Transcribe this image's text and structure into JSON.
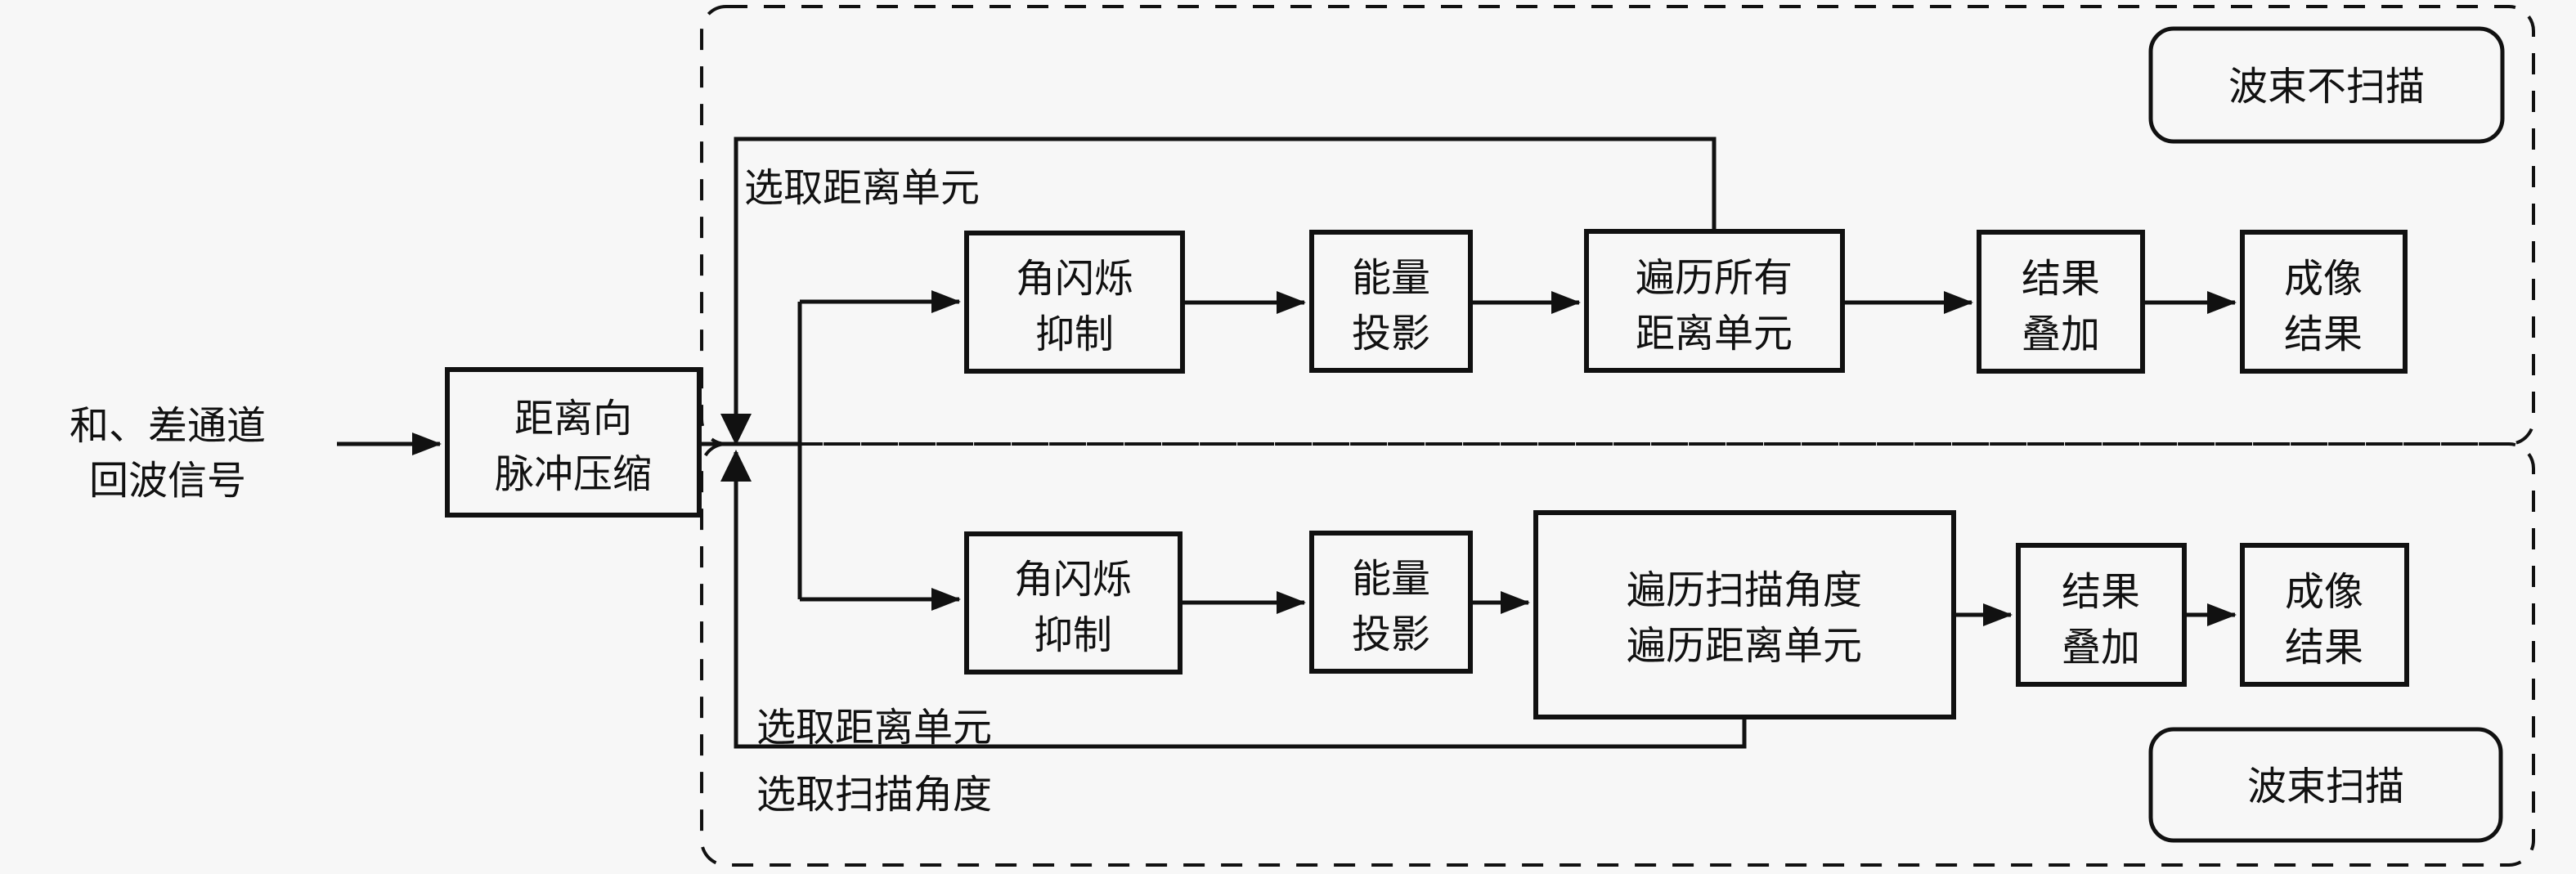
{
  "canvas": {
    "background": "#f7f7f7",
    "line_color": "#111111"
  },
  "input_label": {
    "line1": "和、差通道",
    "line2": "回波信号"
  },
  "nodes": {
    "pulse_compression": {
      "line1": "距离向",
      "line2": "脉冲压缩"
    },
    "glint_suppression_top": {
      "line1": "角闪烁",
      "line2": "抑制"
    },
    "energy_projection_top": {
      "line1": "能量",
      "line2": "投影"
    },
    "traverse_all_range_cells": {
      "line1": "遍历所有",
      "line2": "距离单元"
    },
    "result_superposition_top": {
      "line1": "结果",
      "line2": "叠加"
    },
    "imaging_result_top": {
      "line1": "成像",
      "line2": "结果"
    },
    "glint_suppression_bottom": {
      "line1": "角闪烁",
      "line2": "抑制"
    },
    "energy_projection_bottom": {
      "line1": "能量",
      "line2": "投影"
    },
    "traverse_scan_angles_range_cells": {
      "line1": "遍历扫描角度",
      "line2": "遍历距离单元"
    },
    "result_superposition_bottom": {
      "line1": "结果",
      "line2": "叠加"
    },
    "imaging_result_bottom": {
      "line1": "成像",
      "line2": "结果"
    }
  },
  "loop_labels": {
    "top_select_range_cell": "选取距离单元",
    "bottom_select_range_cell": "选取距离单元",
    "bottom_select_scan_angle": "选取扫描角度"
  },
  "region_labels": {
    "beam_no_scan": "波束不扫描",
    "beam_scan": "波束扫描"
  }
}
